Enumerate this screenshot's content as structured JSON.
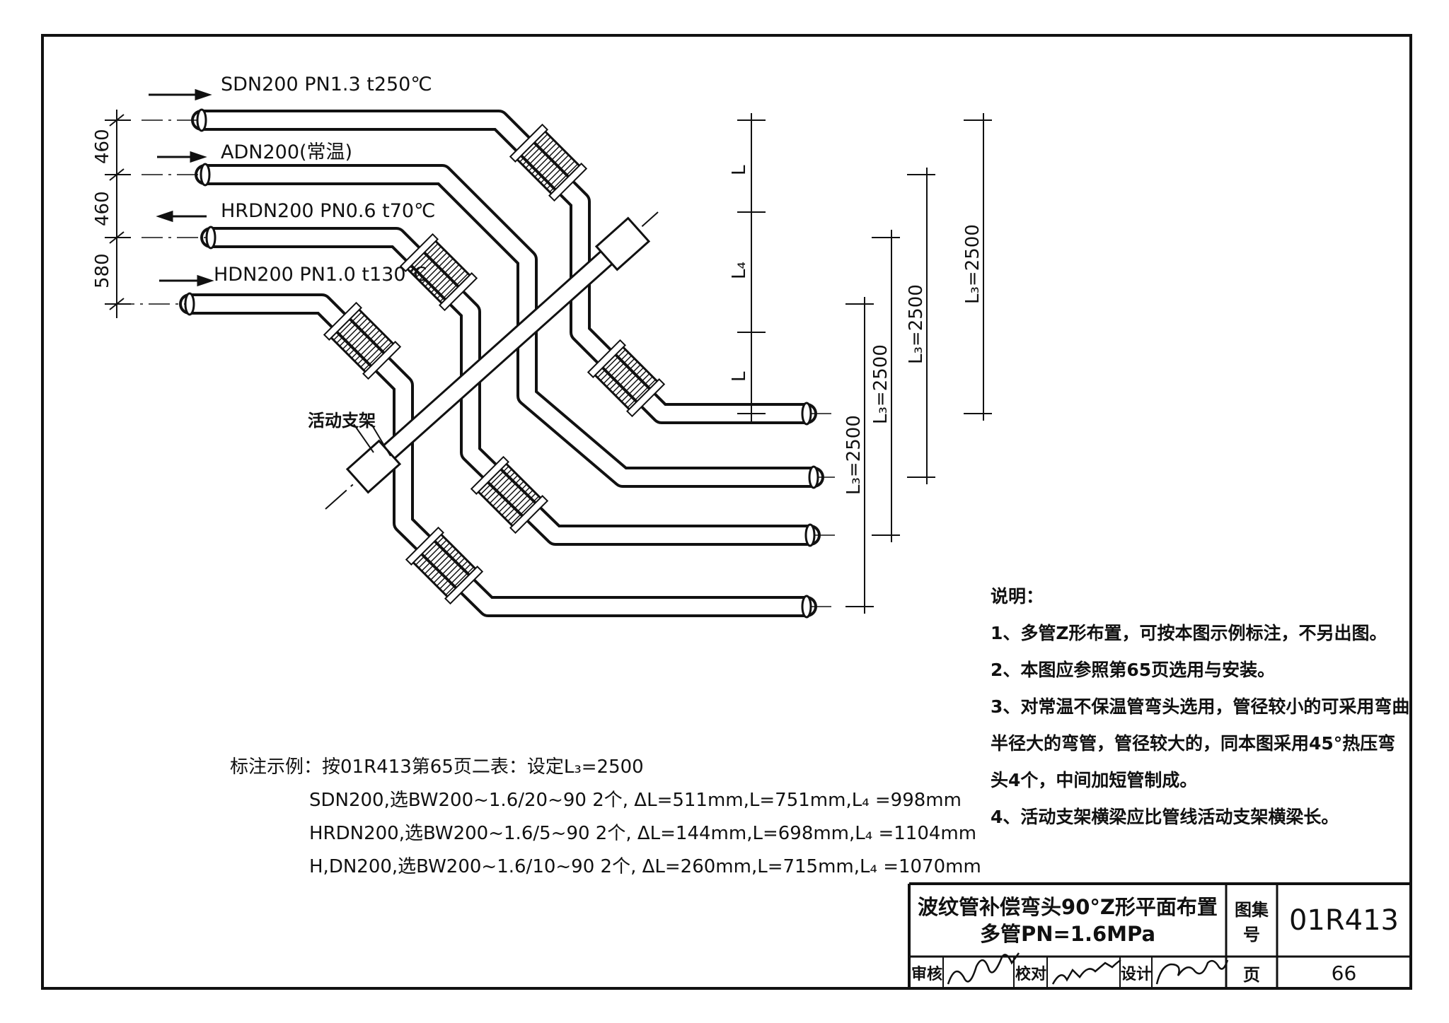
{
  "pipes": [
    {
      "id": "sdn",
      "label": "SDN200  PN1.3  t250℃"
    },
    {
      "id": "adn",
      "label": "ADN200(常温)"
    },
    {
      "id": "hrdn",
      "label": "HRDN200  PN0.6  t70℃"
    },
    {
      "id": "hdn",
      "label": "HDN200  PN1.0  t130℃"
    }
  ],
  "spacing_dims": [
    "460",
    "460",
    "580"
  ],
  "support_label": "活动支架",
  "length_dims": {
    "l_upper": "L",
    "l4": "L₄",
    "l_lower": "L",
    "l3_labels": [
      "L₃=2500",
      "L₃=2500",
      "L₃=2500",
      "L₃=2500"
    ]
  },
  "example": {
    "heading": "标注示例：按01R413第65页二表：设定L₃=2500",
    "lines": [
      "SDN200,选BW200~1.6/20~90   2个,  ΔL=511mm,L=751mm,L₄ =998mm",
      "HRDN200,选BW200~1.6/5~90   2个,  ΔL=144mm,L=698mm,L₄ =1104mm",
      "H,DN200,选BW200~1.6/10~90   2个,  ΔL=260mm,L=715mm,L₄ =1070mm"
    ]
  },
  "notes": {
    "heading": "说明：",
    "items": [
      "1、多管Z形布置，可按本图示例标注，不另出图。",
      "2、本图应参照第65页选用与安装。",
      "3、对常温不保温管弯头选用，管径较小的可采用弯曲",
      "    半径大的弯管，管径较大的，同本图采用45°热压弯",
      "    头4个，中间加短管制成。",
      "4、活动支架横梁应比管线活动支架横梁长。"
    ]
  },
  "title_block": {
    "title_line1": "波纹管补偿弯头90°Z形平面布置",
    "title_line2": "多管PN=1.6MPa",
    "atlas_label": "图集号",
    "atlas_no": "01R413",
    "review_label": "审核",
    "check_label": "校对",
    "design_label": "设计",
    "page_label": "页",
    "page_no": "66"
  }
}
